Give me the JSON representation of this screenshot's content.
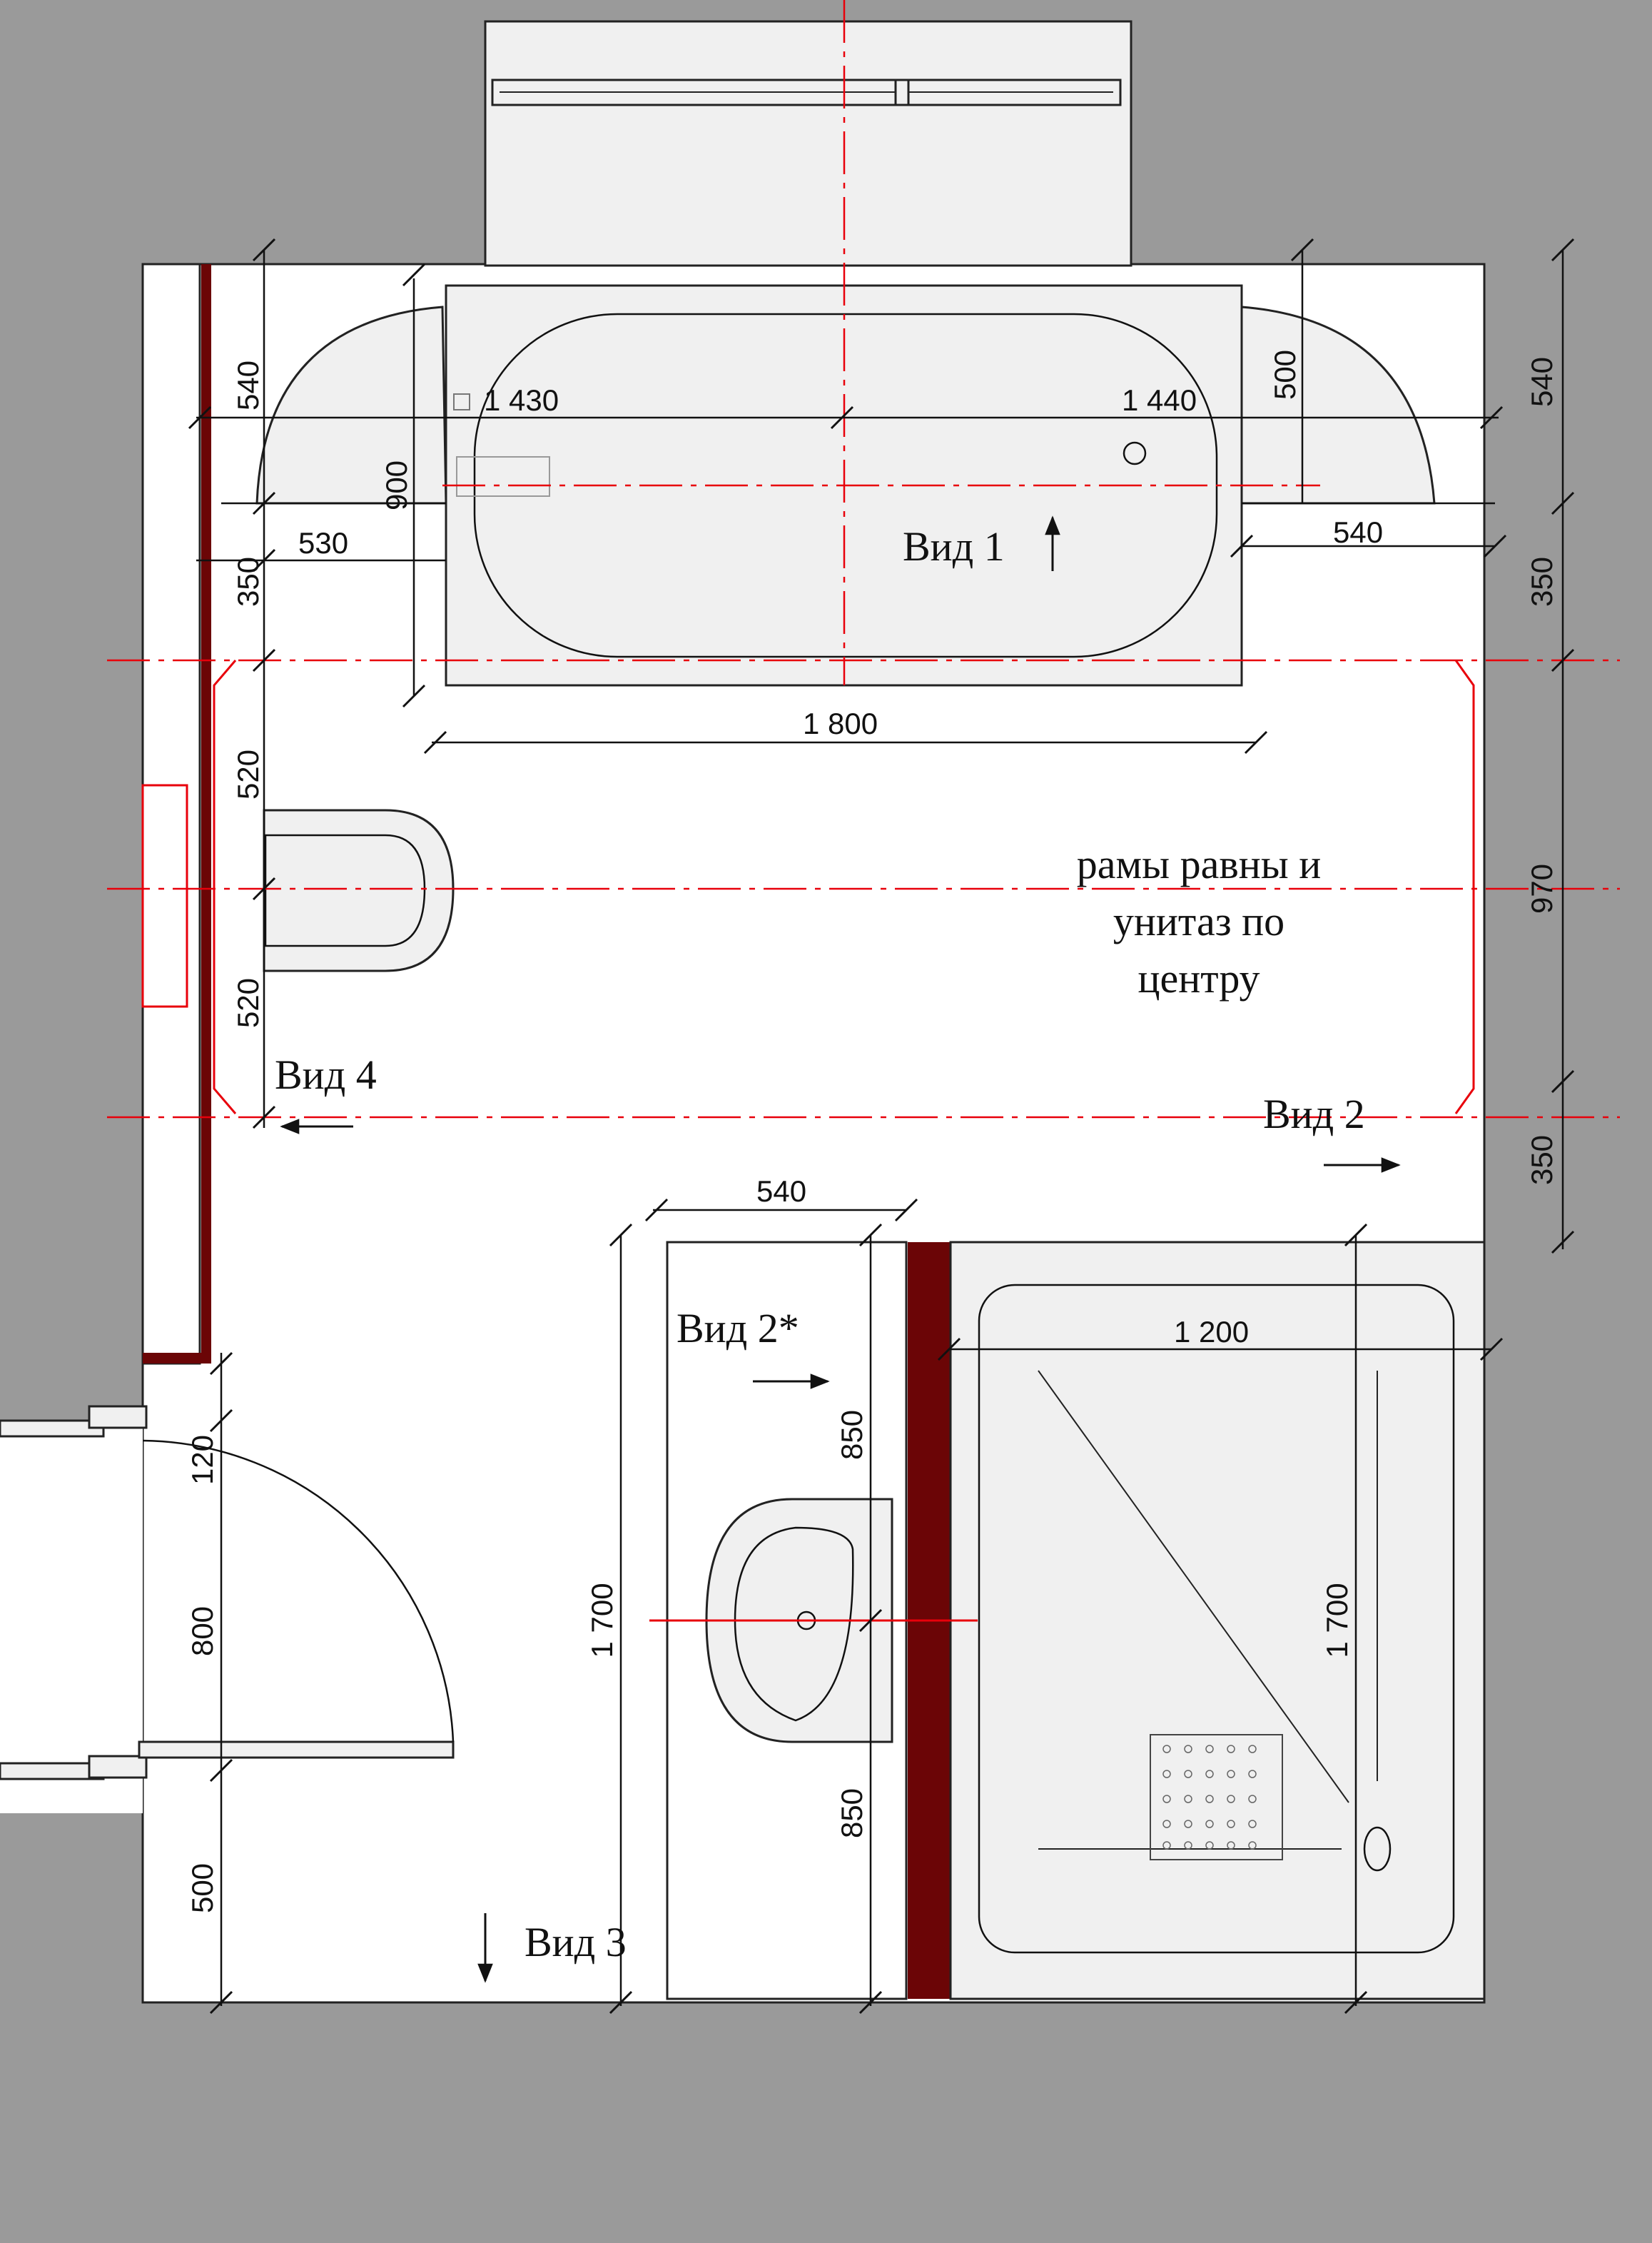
{
  "colors": {
    "wall": "#9a9a9a",
    "floor": "#ffffff",
    "fixture": "#f0f0f0",
    "accent_wall": "#6b0506",
    "axis": "#e8000b"
  },
  "labels": {
    "view1": "Вид 1",
    "view2": "Вид 2",
    "view2s": "Вид 2*",
    "view3": "Вид 3",
    "view4": "Вид 4",
    "note_line1": "рамы равны и",
    "note_line2": "унитаз по",
    "note_line3": "центру"
  },
  "dimensions": {
    "top_left_540": "540",
    "bath_1430": "1 430",
    "bath_1440": "1 440",
    "top_right_500": "500",
    "right_540_top": "540",
    "left_900": "900",
    "left_530": "530",
    "right_540_mid": "540",
    "left_350": "350",
    "right_350_top": "350",
    "bath_1800": "1 800",
    "wc_520_top": "520",
    "right_970": "970",
    "wc_520_bottom": "520",
    "right_350_bottom": "350",
    "basin_540": "540",
    "shower_1200": "1 200",
    "basin_850_top": "850",
    "left_1700": "1 700",
    "shower_1700": "1 700",
    "door_120": "120",
    "door_800": "800",
    "basin_850_bottom": "850",
    "door_500": "500"
  }
}
